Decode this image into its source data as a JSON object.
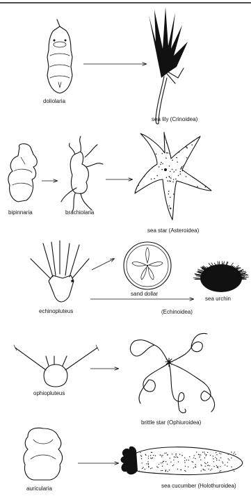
{
  "labels": {
    "doliolaria": "doliolaria",
    "sea_lily": "sea lily (Crinoidea)",
    "bipinnaria": "bipinnaria",
    "brachiolaria": "brachiolaria",
    "sea_star": "sea star (Asteroidea)",
    "echinopluteus": "echinopluteus",
    "sand_dollar": "sand dollar",
    "echinoidea": "(Echinoidea)",
    "sea_urchin": "sea urchin",
    "ophiopluteus": "ophiopluteus",
    "brittle_star": "brittle star (Ophiuroidea)",
    "auricularia": "auricularia",
    "sea_cucumber": "sea cucumber (Holothuroidea)"
  },
  "colors": {
    "ink": "#111111",
    "background": "#ffffff"
  }
}
